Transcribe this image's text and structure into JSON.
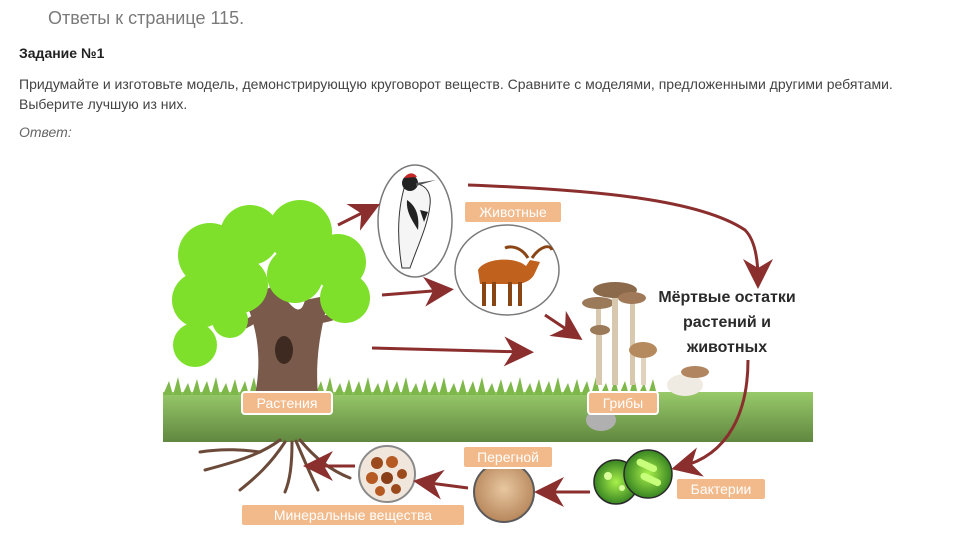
{
  "page_heading": "Ответы к странице 115.",
  "task": {
    "title": "Задание №1",
    "text": "Придумайте и изготовьте модель, демонстрирующую круговорот веществ. Сравните с моделями, предложенными другими ребятами. Выберите лучшую из них.",
    "answer_label": "Ответ:"
  },
  "diagram": {
    "labels": {
      "animals": "Животные",
      "plants": "Растения",
      "fungi": "Грибы",
      "humus": "Перегной",
      "bacteria": "Бактерии",
      "minerals": "Минеральные вещества"
    },
    "dead_remains": {
      "line1": "Мёртвые остатки",
      "line2": "растений и",
      "line3": "животных"
    },
    "colors": {
      "tag_fill": "#f2b98a",
      "tag_stroke": "#ffffff",
      "arrow": "#8b2e2e",
      "foliage": "#7ee02a",
      "grass": "#6ea03a",
      "trunk": "#7a5a4a"
    }
  }
}
